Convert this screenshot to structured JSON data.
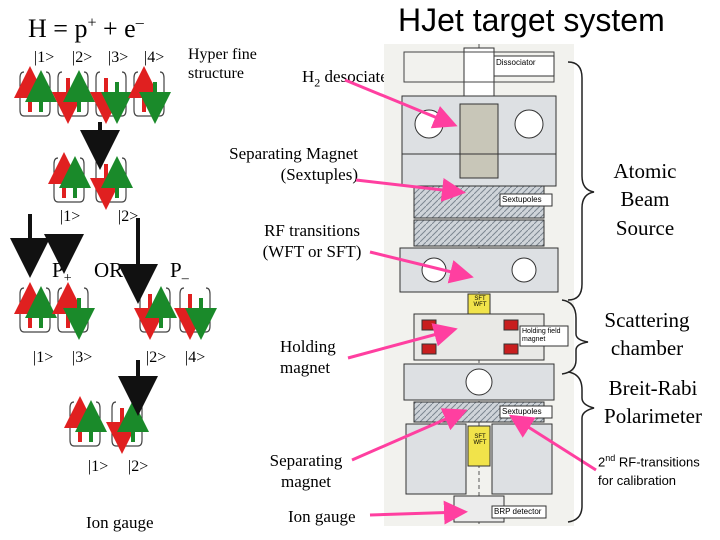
{
  "title": "HJet target system",
  "formula": {
    "main": "H = p",
    "sup1": "+",
    "mid": " + e",
    "sup2": "–"
  },
  "labels": {
    "states_top": [
      "|1>",
      "|2>",
      "|3>",
      "|4>"
    ],
    "hyperfine": "Hyper fine structure",
    "states_mid": [
      "|1>",
      "|2>"
    ],
    "p_plus": "P",
    "p_plus_sub": "+",
    "or": "OR",
    "p_minus": "P",
    "p_minus_sub": "–",
    "states_left": [
      "|1>",
      "|3>"
    ],
    "states_right": [
      "|2>",
      "|4>"
    ],
    "states_bottom": [
      "|1>",
      "|2>"
    ],
    "ion_gauge_left": "Ion gauge"
  },
  "callouts": {
    "desociater": "H",
    "desociater_sub": "2",
    "desociater_rest": " desociater",
    "separating_magnet": "Separating Magnet (Sextuples)",
    "rf_transitions": "RF transitions (WFT or SFT)",
    "holding_magnet": "Holding magnet",
    "separating_magnet_2": "Separating magnet",
    "ion_gauge": "Ion gauge"
  },
  "sections": {
    "atomic_beam_source": "Atomic Beam Source",
    "scattering_chamber": "Scattering chamber",
    "breit_rabi": "Breit-Rabi Polarimeter",
    "rf_calibration_main": "2",
    "rf_calibration_sup": "nd",
    "rf_calibration_rest": " RF-transitions for calibration"
  },
  "diagram_labels": {
    "desociator": "Dissociator",
    "sextupoles_top": "Sextupoles",
    "sextupoles_bottom": "Sextupoles",
    "sft_wft_top": "SFT WFT",
    "holding_field": "Holding field magnet",
    "sft_wft_bottom": "SFT WFT",
    "brp_detector": "BRP detector"
  },
  "colors": {
    "proton_spin": "#e02020",
    "electron_spin": "#1a8a2a",
    "callout_arrow": "#ff3fa0"
  }
}
